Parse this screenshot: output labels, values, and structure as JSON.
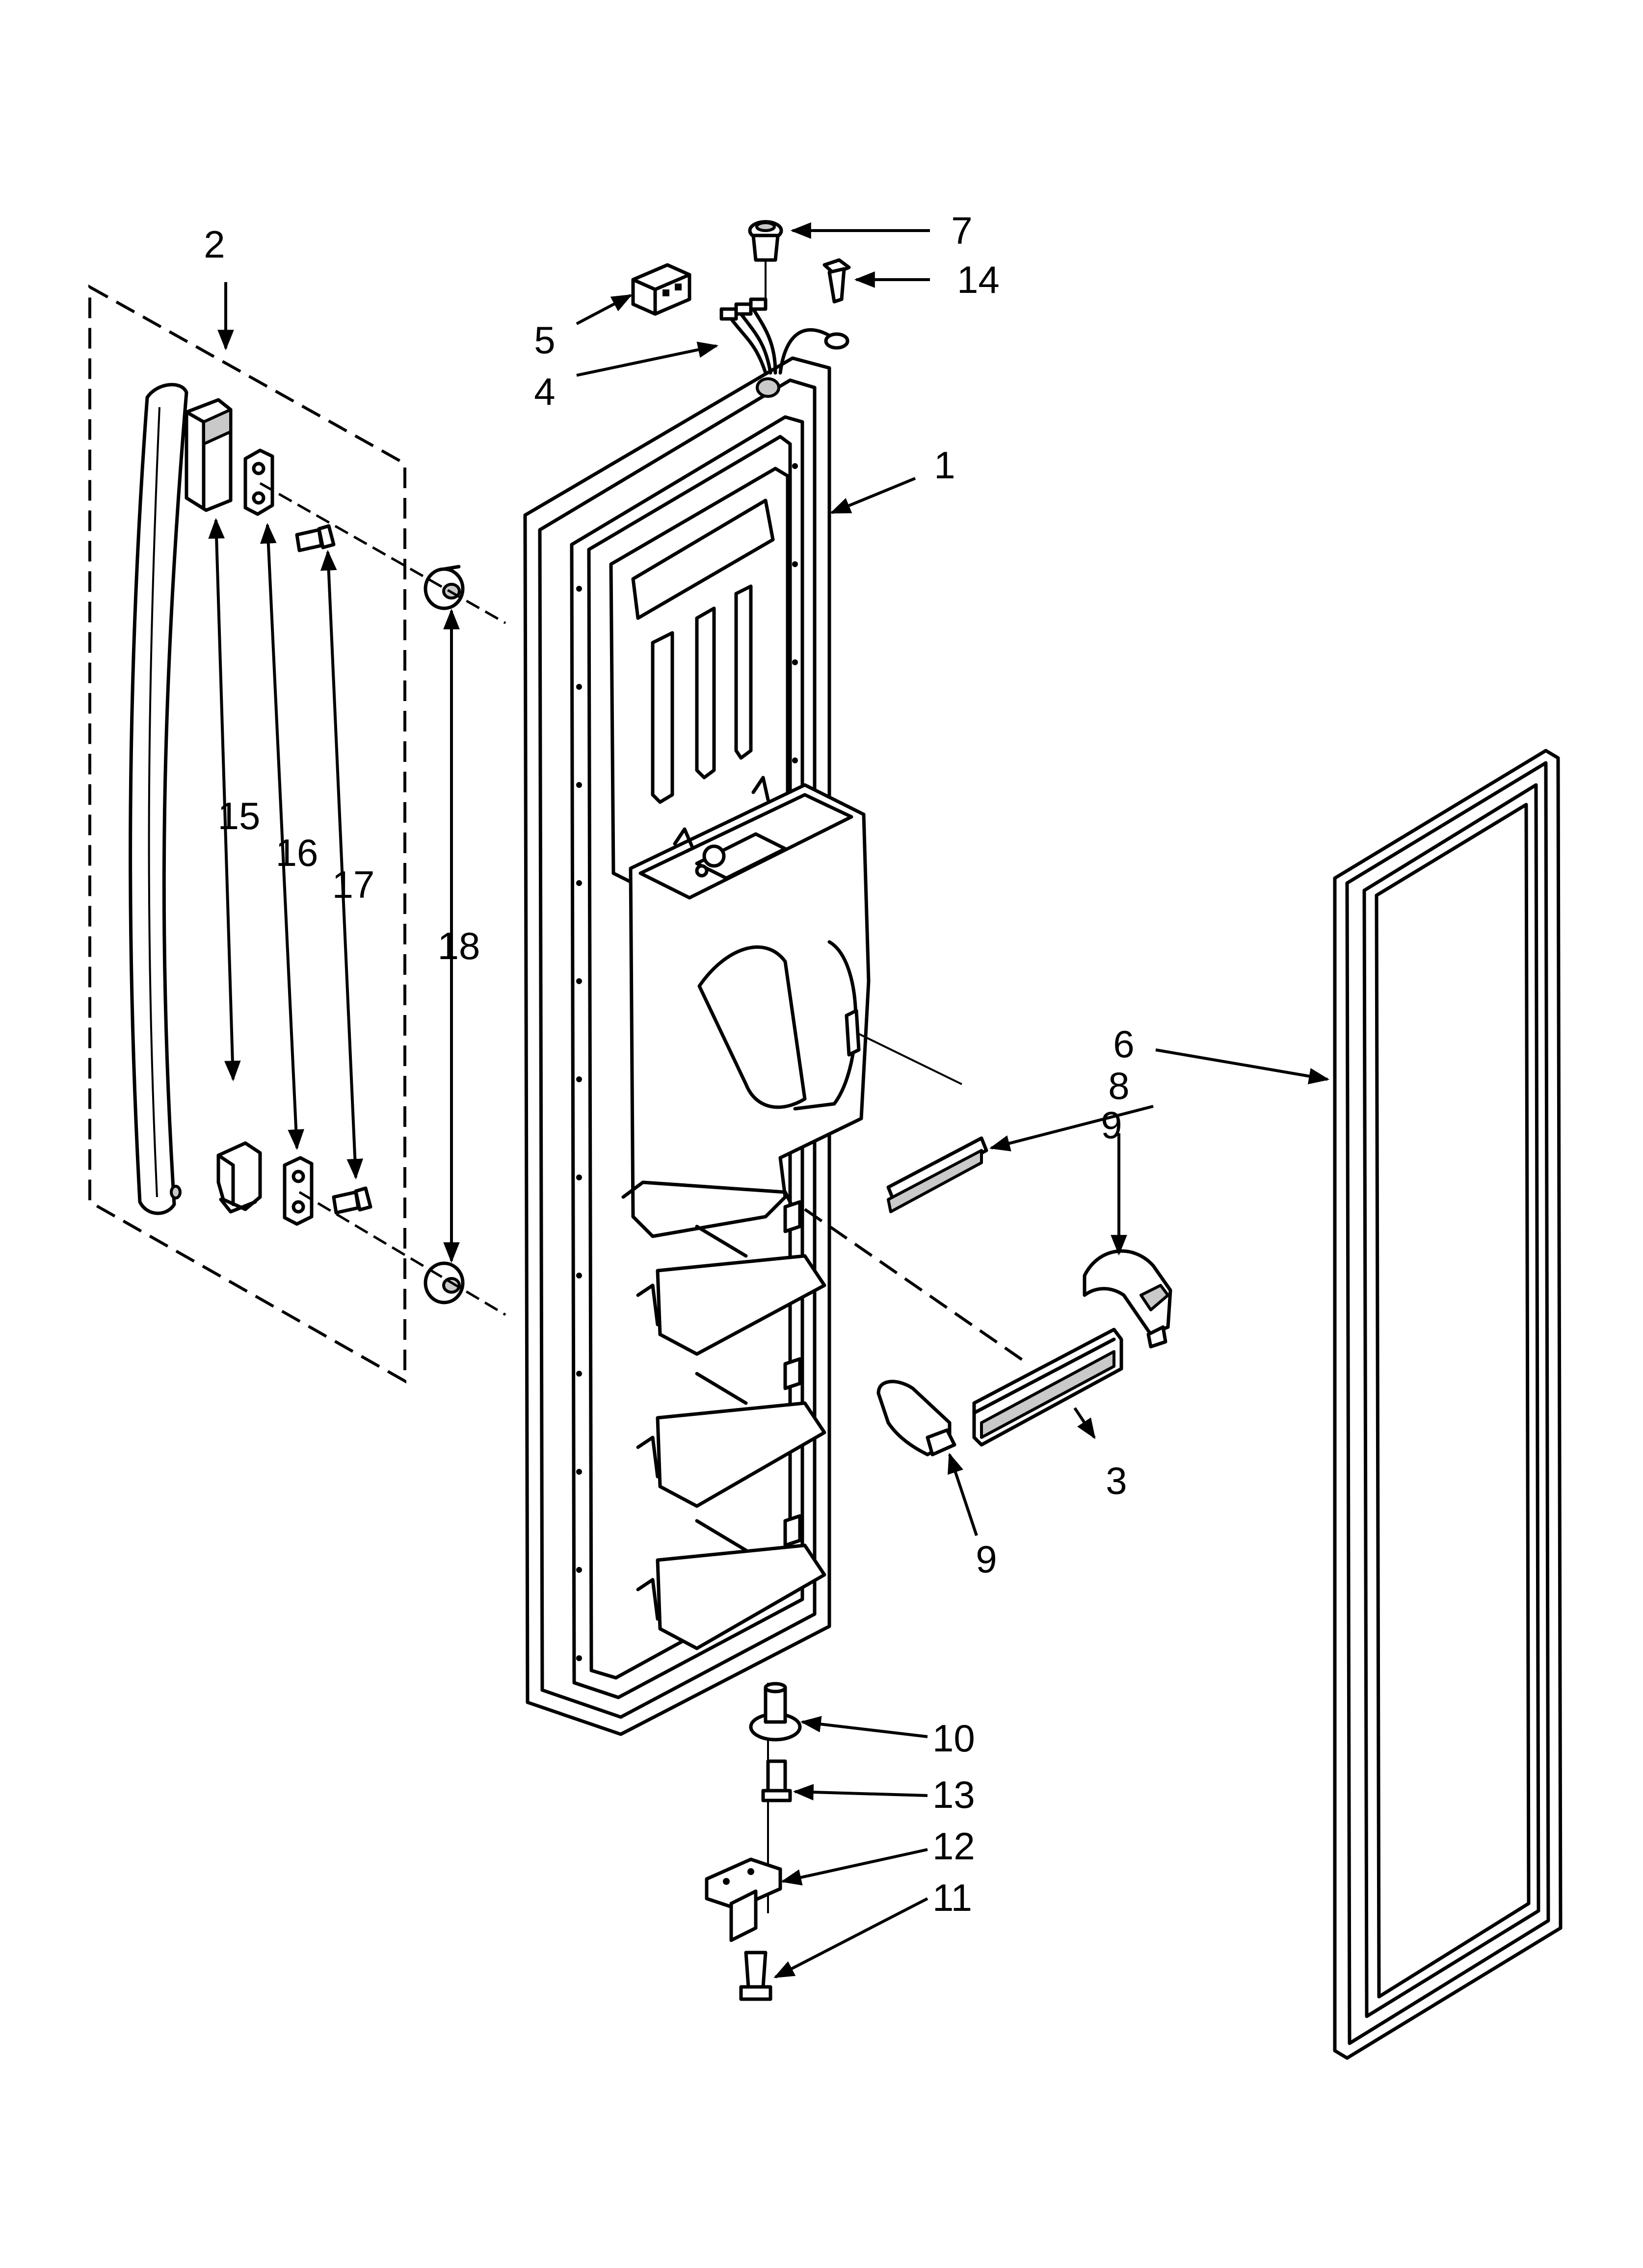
{
  "diagram": {
    "callouts": [
      {
        "id": "c2",
        "label": "2"
      },
      {
        "id": "c7",
        "label": "7"
      },
      {
        "id": "c14",
        "label": "14"
      },
      {
        "id": "c5",
        "label": "5"
      },
      {
        "id": "c4",
        "label": "4"
      },
      {
        "id": "c1",
        "label": "1"
      },
      {
        "id": "c15",
        "label": "15"
      },
      {
        "id": "c16",
        "label": "16"
      },
      {
        "id": "c17",
        "label": "17"
      },
      {
        "id": "c18",
        "label": "18"
      },
      {
        "id": "c6",
        "label": "6"
      },
      {
        "id": "c8",
        "label": "8"
      },
      {
        "id": "c9a",
        "label": "9"
      },
      {
        "id": "c3",
        "label": "3"
      },
      {
        "id": "c9b",
        "label": "9"
      },
      {
        "id": "c10",
        "label": "10"
      },
      {
        "id": "c13",
        "label": "13"
      },
      {
        "id": "c12",
        "label": "12"
      },
      {
        "id": "c11",
        "label": "11"
      }
    ]
  }
}
